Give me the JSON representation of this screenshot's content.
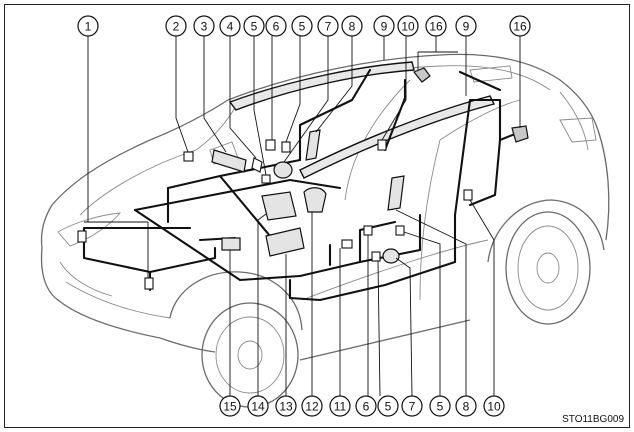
{
  "callouts": {
    "top": [
      "1",
      "2",
      "3",
      "4",
      "5",
      "6",
      "5",
      "7",
      "8",
      "9",
      "10",
      "16",
      "9",
      "16"
    ],
    "bottom": [
      "15",
      "14",
      "13",
      "12",
      "11",
      "6",
      "5",
      "7",
      "5",
      "8",
      "10"
    ]
  },
  "diagram_code": "STO11BG009",
  "colors": {
    "harness": "#111111",
    "car_outline": "#6b6b6b",
    "component_fill": "#e4e4e4"
  }
}
